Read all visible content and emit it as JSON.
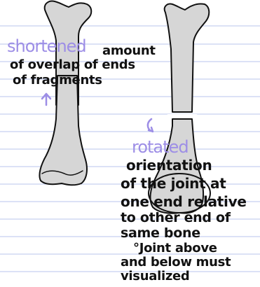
{
  "notes": {
    "shortened_heading": "shortened",
    "shortened_line1_rest": "amount",
    "shortened_line2": "of overlap of ends",
    "shortened_line3": "of fragments",
    "rotated_heading": "rotated",
    "rotated_line1": "orientation",
    "rotated_line2": "of the joint at",
    "rotated_line3": "one end relative",
    "rotated_line4": "to other end of",
    "rotated_line5": "same bone",
    "rotated_line6": "°Joint above",
    "rotated_line7": "and below must",
    "rotated_line8": "visualized"
  },
  "colors": {
    "paper_lines": "#b8c6ee",
    "accent_purple": "#9d8ee6",
    "bone_fill": "#d6d6d6",
    "ink": "#111111"
  }
}
